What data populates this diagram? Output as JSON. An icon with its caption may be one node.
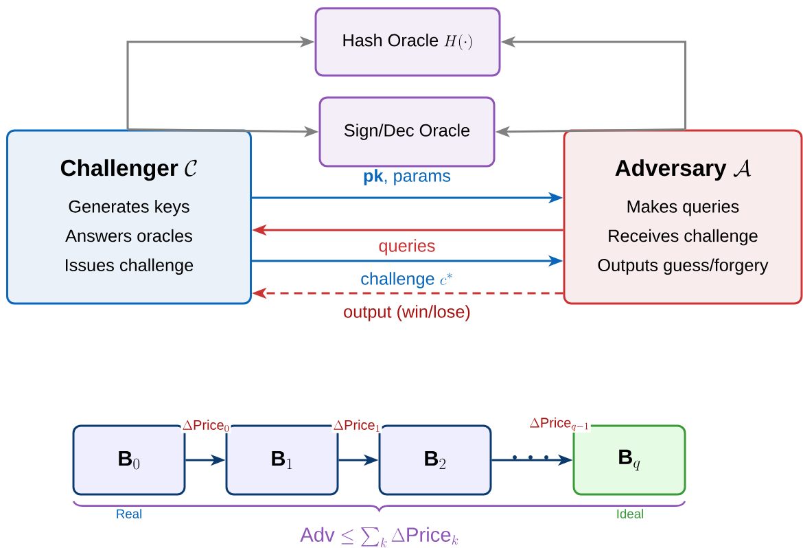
{
  "diagram": {
    "nodes": [
      {
        "text": [
          "\\text{Hash Oracle } H(\\cdot)"
        ]
      },
      {
        "text": [
          "Sign/Dec Oracle"
        ]
      },
      {
        "text": [
          "\\textbf{Challenger } \\mathcal{C}",
          "Generates keys",
          "Answers oracles",
          "Issues challenge"
        ]
      },
      {
        "text": [
          "\\textbf{Adversary } \\mathcal{A}",
          "Makes queries",
          "Receives challenge",
          "Outputs guess/forgery"
        ]
      },
      {
        "text": [
          "\\mathbf{B}_0"
        ]
      },
      {
        "text": [
          "\\mathbf{B}_1"
        ]
      },
      {
        "text": [
          "\\mathbf{B}_2"
        ]
      },
      {
        "text": [
          "\\mathbf{B}_q"
        ]
      }
    ],
    "edges": [
      {
        "from": 2,
        "to": 0,
        "arrow": "to",
        "color": "#808080"
      },
      {
        "from": 2,
        "to": 1,
        "arrow": "to",
        "color": "#808080"
      },
      {
        "from": 3,
        "to": 0,
        "arrow": "to",
        "color": "#808080"
      },
      {
        "from": 3,
        "to": 1,
        "arrow": "to",
        "color": "#808080"
      },
      {
        "from": 2,
        "to": 3,
        "arrow": "to",
        "label": "**pk**, params",
        "color": "#0a66b8"
      },
      {
        "from": 3,
        "to": 2,
        "arrow": "to",
        "label": "queries",
        "color": "#cc3333"
      },
      {
        "from": 2,
        "to": 3,
        "arrow": "to",
        "label": "\\text{challenge } c^*",
        "color": "#0a66b8"
      },
      {
        "from": 3,
        "to": 2,
        "arrow": "to",
        "label": "output (win/lose)",
        "color": "#cc3333",
        "style": "dashed"
      },
      {
        "from": 4,
        "to": 5,
        "arrow": "to",
        "label": "\\Delta\\text{Price}_0",
        "color": "#0b3a6e"
      },
      {
        "from": 5,
        "to": 6,
        "arrow": "to",
        "label": "\\Delta\\text{Price}_1",
        "color": "#0b3a6e"
      },
      {
        "from": 6,
        "to": 7,
        "arrow": "to",
        "label": "\\Delta\\text{Price}_{q-1}",
        "color": "#0b3a6e"
      }
    ],
    "labels": [
      "Real",
      "Ideal",
      "\\text{Adv} \\leq \\sum_k \\Delta\\text{Price}_k"
    ]
  }
}
